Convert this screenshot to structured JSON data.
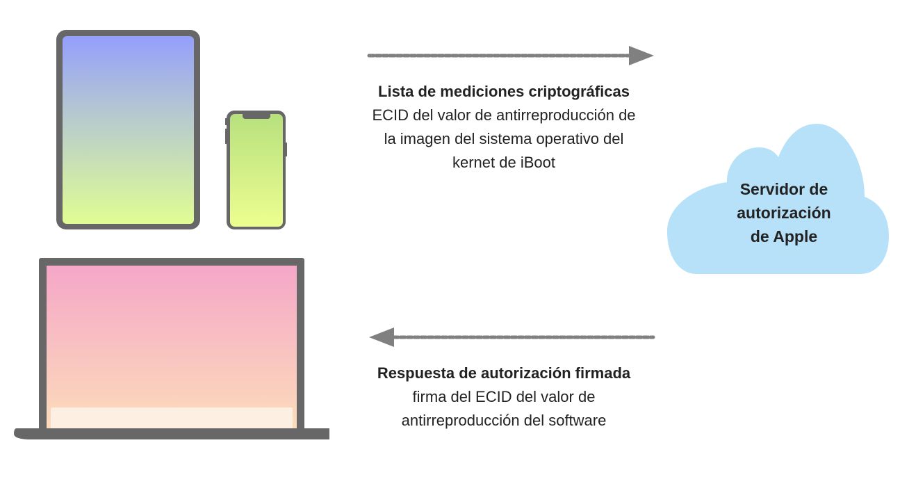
{
  "colors": {
    "device_frame": "#676767",
    "arrow": "#808080",
    "cloud": "#b6e1f8",
    "text": "#222222"
  },
  "request": {
    "title": "Lista de mediciones criptográficas",
    "lines": [
      "ECID del valor de antirreproducción de",
      "la imagen del sistema operativo del",
      "kernet de iBoot"
    ]
  },
  "response": {
    "title": "Respuesta de autorización firmada",
    "lines": [
      "firma del ECID del valor de",
      "antirreproducción del software"
    ]
  },
  "server": {
    "lines": [
      "Servidor de",
      "autorización",
      "de Apple"
    ]
  },
  "devices": [
    "ipad-icon",
    "iphone-icon",
    "macbook-icon"
  ]
}
